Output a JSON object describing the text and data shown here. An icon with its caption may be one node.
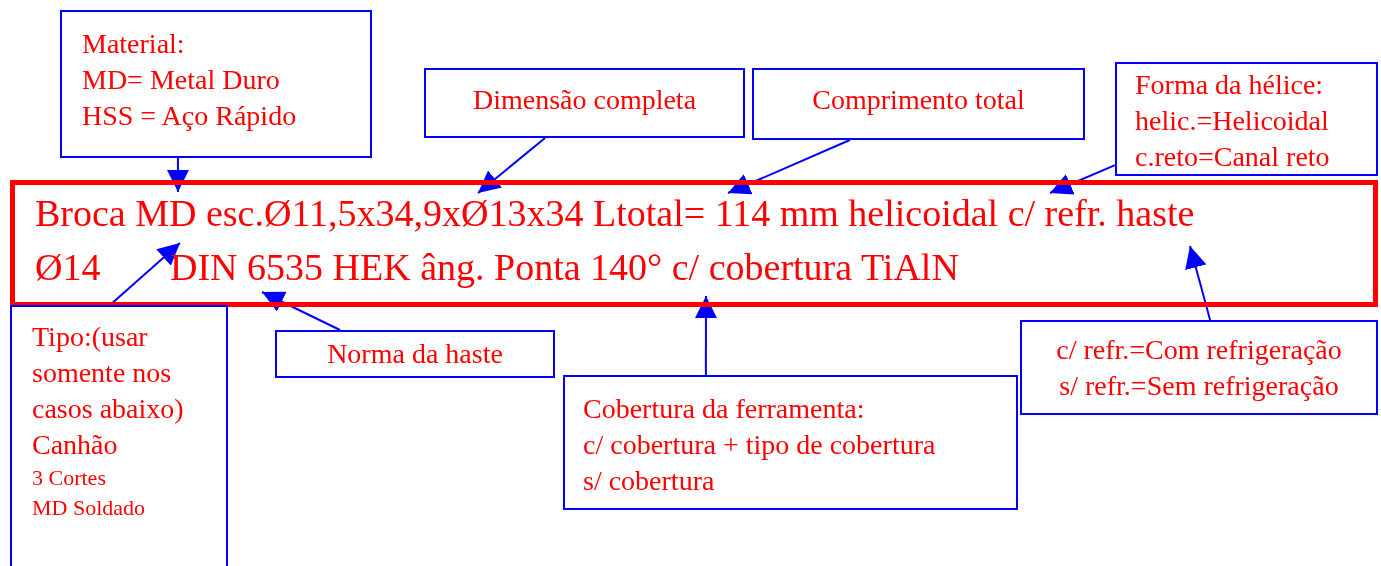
{
  "diagram": {
    "nodes": [
      {
        "text": [
          "Material:",
          "MD= Metal Duro",
          "HSS = Aço Rápido"
        ]
      },
      {
        "text": [
          "Dimensão completa"
        ]
      },
      {
        "text": [
          "Comprimento total"
        ]
      },
      {
        "text": [
          "Forma da hélice:",
          "helic.=Helicoidal",
          "c.reto=Canal reto"
        ]
      },
      {
        "text": [
          "Broca MD esc.Ø11,5x34,9xØ13x34 Ltotal= 114 mm helicoidal c/ refr. haste",
          "Ø14",
          "DIN 6535 HEK âng. Ponta 140° c/ cobertura TiAlN"
        ]
      },
      {
        "text": [
          "Tipo:(usar somente nos casos abaixo)",
          "Canhão",
          "3 Cortes",
          "MD Soldado"
        ]
      },
      {
        "text": [
          "Norma da haste"
        ]
      },
      {
        "text": [
          "Cobertura da ferramenta:",
          "c/ cobertura + tipo de cobertura",
          "s/ cobertura"
        ]
      },
      {
        "text": [
          "c/ refr.=Com refrigeração",
          "s/ refr.=Sem refrigeração"
        ]
      }
    ],
    "edges": [
      {
        "from": 0,
        "to": 4,
        "arrow": "to"
      },
      {
        "from": 1,
        "to": 4,
        "arrow": "to"
      },
      {
        "from": 2,
        "to": 4,
        "arrow": "to"
      },
      {
        "from": 3,
        "to": 4,
        "arrow": "to"
      },
      {
        "from": 5,
        "to": 4,
        "arrow": "to"
      },
      {
        "from": 6,
        "to": 4,
        "arrow": "to"
      },
      {
        "from": 7,
        "to": 4,
        "arrow": "to"
      },
      {
        "from": 8,
        "to": 4,
        "arrow": "to"
      }
    ]
  }
}
